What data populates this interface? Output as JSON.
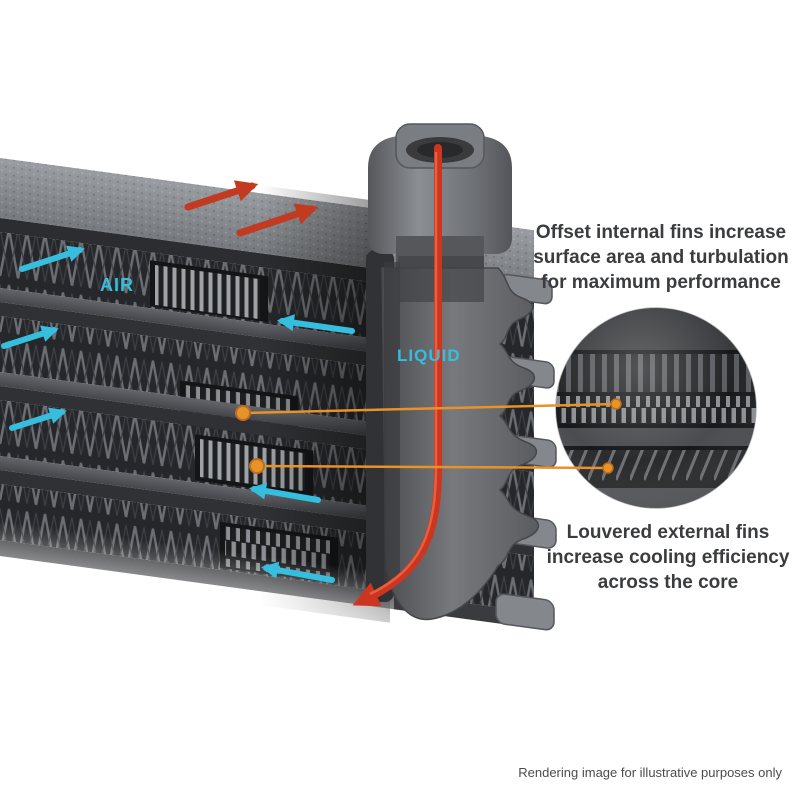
{
  "labels": {
    "air": "AIR",
    "liquid": "LIQUID"
  },
  "callouts": {
    "internal_fins": {
      "lines": [
        "Offset internal fins increase",
        "surface area and turbulation",
        "for maximum performance"
      ]
    },
    "external_fins": {
      "lines": [
        "Louvered external fins",
        "increase cooling efficiency",
        "across the core"
      ]
    }
  },
  "footer": {
    "disclaimer": "Rendering image for illustrative purposes only"
  },
  "colors": {
    "air": "#35bede",
    "liquid": "#cc3620",
    "callout": "#e8922a"
  }
}
